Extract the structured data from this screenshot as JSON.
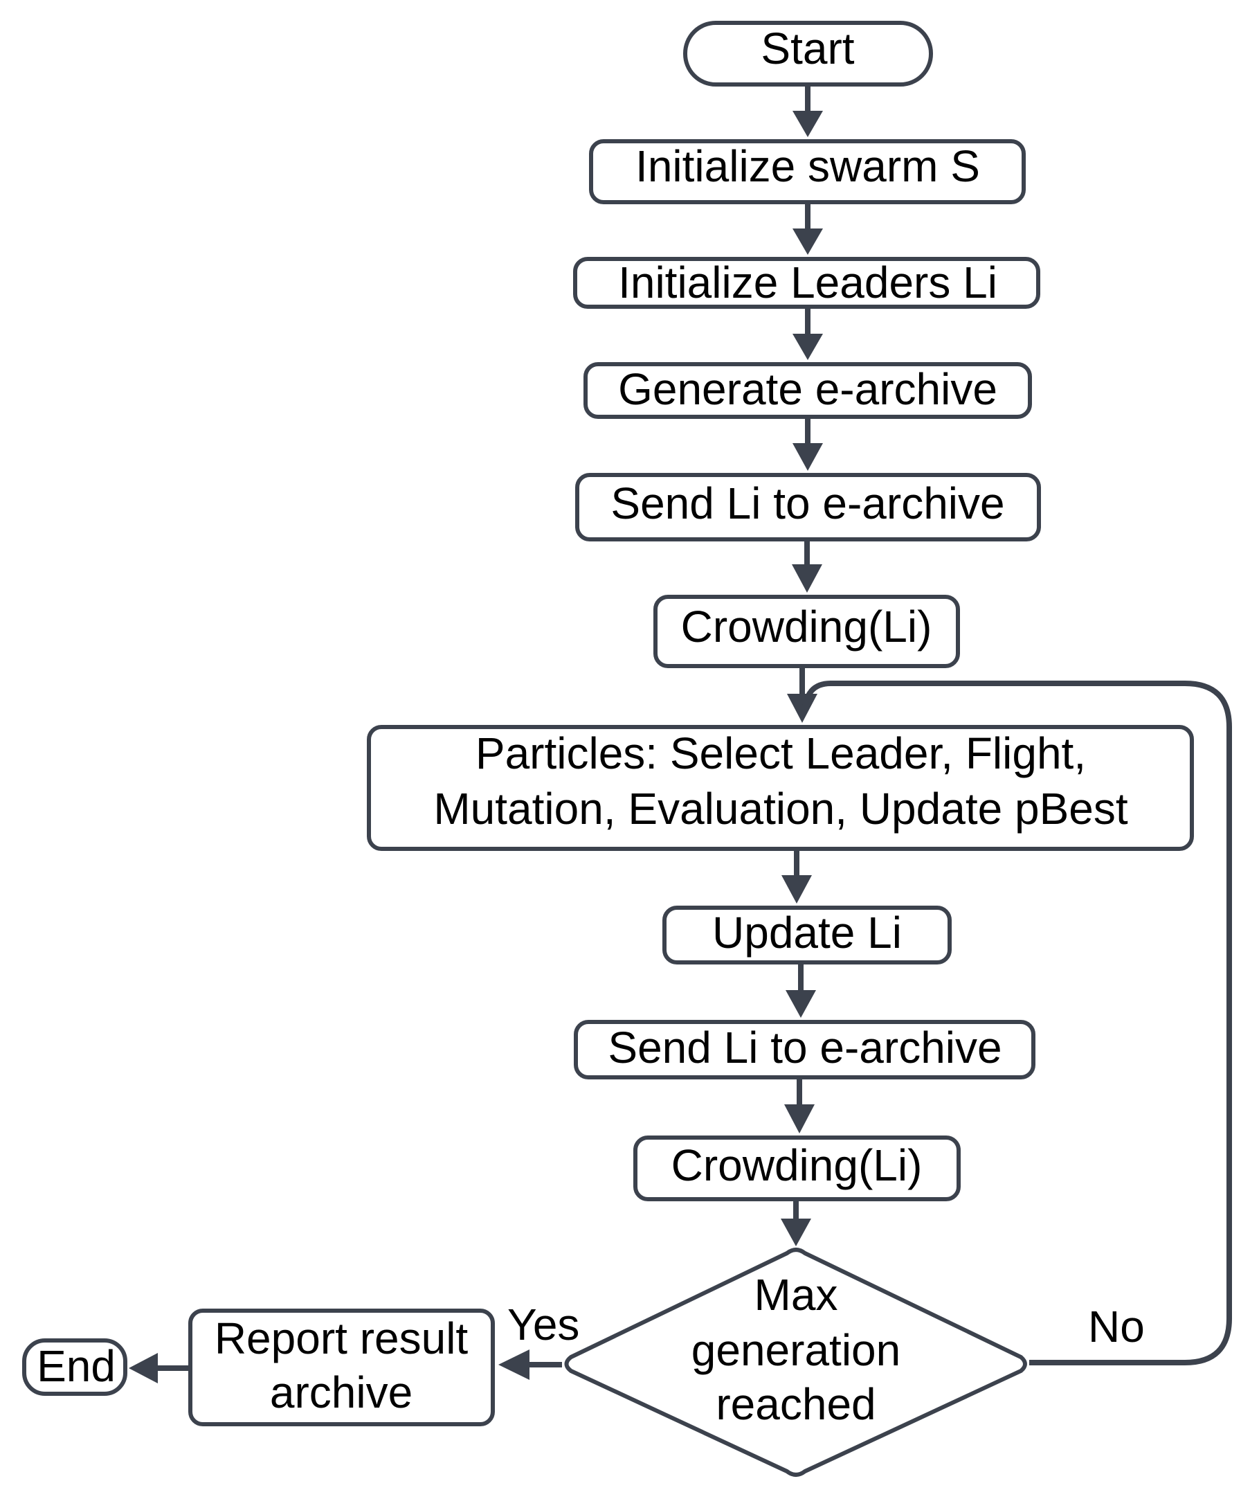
{
  "diagram": {
    "nodes": {
      "start": "Start",
      "init_swarm": "Initialize swarm S",
      "init_leaders": "Initialize Leaders Li",
      "gen_archive": "Generate e-archive",
      "send_li_1": "Send Li to e-archive",
      "crowding_1": "Crowding(Li)",
      "particles_line1": "Particles: Select Leader, Flight,",
      "particles_line2": "Mutation, Evaluation, Update pBest",
      "update_li": "Update Li",
      "send_li_2": "Send Li to e-archive",
      "crowding_2": "Crowding(Li)",
      "decision_line1": "Max",
      "decision_line2": "generation",
      "decision_line3": "reached",
      "report_line1": "Report result",
      "report_line2": "archive",
      "end": "End"
    },
    "edge_labels": {
      "yes": "Yes",
      "no": "No"
    },
    "colors": {
      "stroke": "#3c424d",
      "fill": "#ffffff",
      "text": "#000000"
    }
  }
}
